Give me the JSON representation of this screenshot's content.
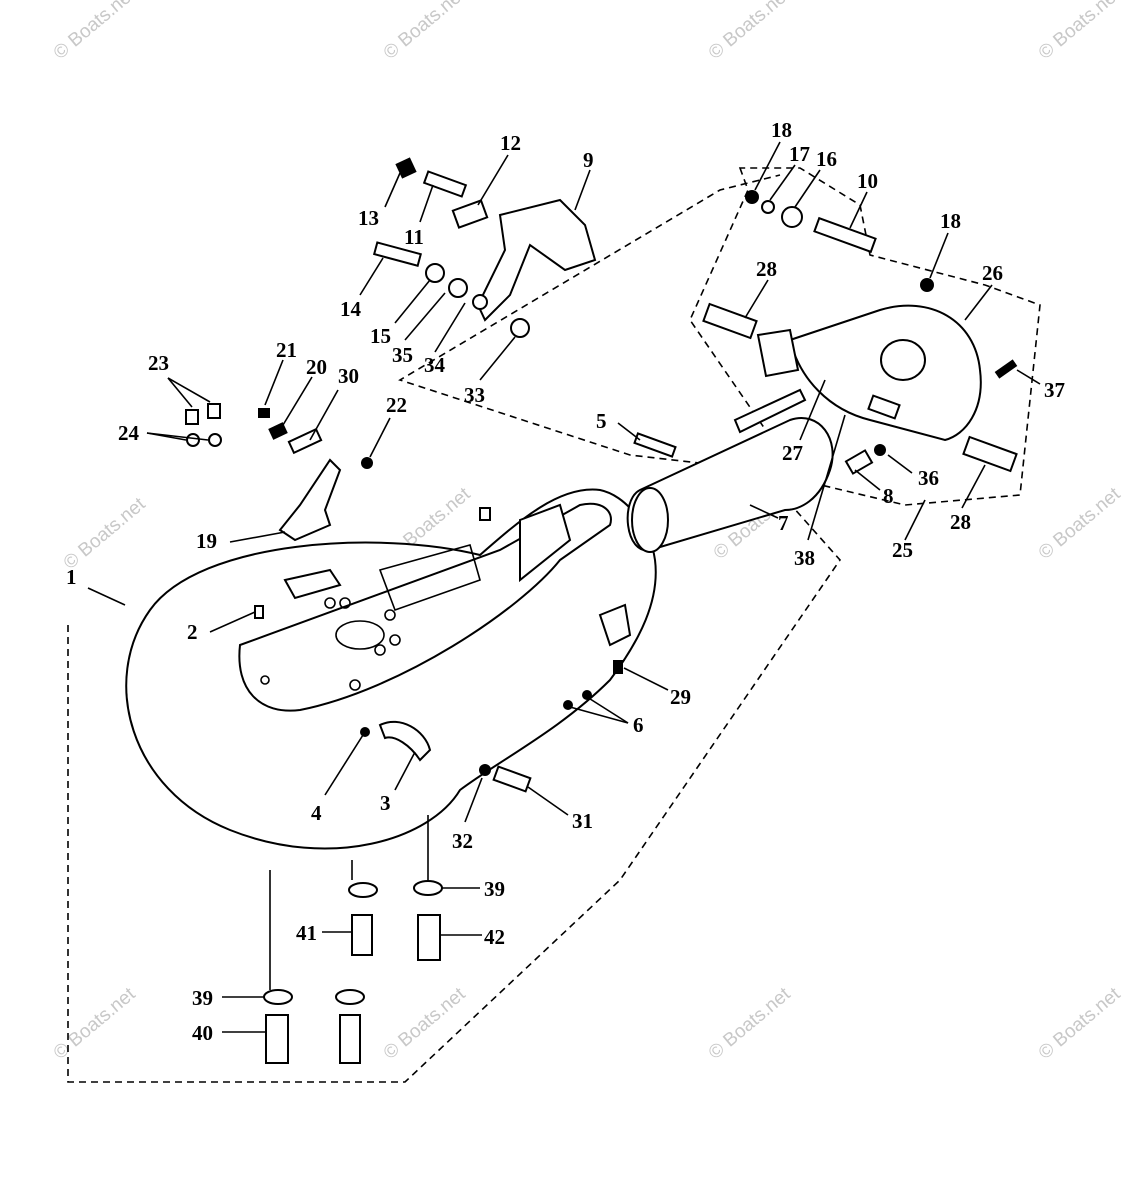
{
  "watermark": "© Boats.net",
  "callouts": [
    {
      "id": "c1",
      "label": "1"
    },
    {
      "id": "c2",
      "label": "2"
    },
    {
      "id": "c3",
      "label": "3"
    },
    {
      "id": "c4",
      "label": "4"
    },
    {
      "id": "c5",
      "label": "5"
    },
    {
      "id": "c6",
      "label": "6"
    },
    {
      "id": "c7",
      "label": "7"
    },
    {
      "id": "c8",
      "label": "8"
    },
    {
      "id": "c9",
      "label": "9"
    },
    {
      "id": "c10",
      "label": "10"
    },
    {
      "id": "c11",
      "label": "11"
    },
    {
      "id": "c12",
      "label": "12"
    },
    {
      "id": "c13",
      "label": "13"
    },
    {
      "id": "c14",
      "label": "14"
    },
    {
      "id": "c15",
      "label": "15"
    },
    {
      "id": "c16",
      "label": "16"
    },
    {
      "id": "c17",
      "label": "17"
    },
    {
      "id": "c18a",
      "label": "18"
    },
    {
      "id": "c18b",
      "label": "18"
    },
    {
      "id": "c19",
      "label": "19"
    },
    {
      "id": "c20",
      "label": "20"
    },
    {
      "id": "c21",
      "label": "21"
    },
    {
      "id": "c22",
      "label": "22"
    },
    {
      "id": "c23",
      "label": "23"
    },
    {
      "id": "c24",
      "label": "24"
    },
    {
      "id": "c25",
      "label": "25"
    },
    {
      "id": "c26",
      "label": "26"
    },
    {
      "id": "c27",
      "label": "27"
    },
    {
      "id": "c28a",
      "label": "28"
    },
    {
      "id": "c28b",
      "label": "28"
    },
    {
      "id": "c29",
      "label": "29"
    },
    {
      "id": "c30",
      "label": "30"
    },
    {
      "id": "c31",
      "label": "31"
    },
    {
      "id": "c32",
      "label": "32"
    },
    {
      "id": "c33",
      "label": "33"
    },
    {
      "id": "c34",
      "label": "34"
    },
    {
      "id": "c35",
      "label": "35"
    },
    {
      "id": "c36",
      "label": "36"
    },
    {
      "id": "c37",
      "label": "37"
    },
    {
      "id": "c38",
      "label": "38"
    },
    {
      "id": "c39a",
      "label": "39"
    },
    {
      "id": "c39b",
      "label": "39"
    },
    {
      "id": "c40",
      "label": "40"
    },
    {
      "id": "c41",
      "label": "41"
    },
    {
      "id": "c42",
      "label": "42"
    }
  ]
}
